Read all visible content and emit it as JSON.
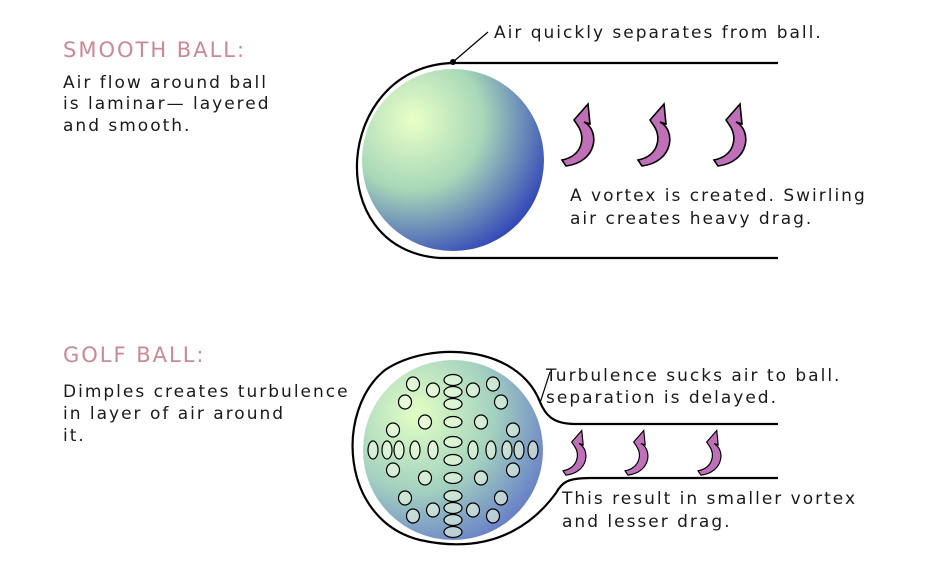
{
  "colors": {
    "title": "#c98a94",
    "text": "#1a1a1a",
    "vortex": "#c070b8",
    "ball_light": "#eaffc8",
    "ball_dark": "#2838b8"
  },
  "smooth": {
    "title": "SMOOTH BALL:",
    "desc": [
      "Air flow around ball",
      "is laminar— layered",
      "and smooth."
    ],
    "separation_label": "Air quickly separates from ball.",
    "vortex_label": [
      "A vortex is created. Swirling",
      "air creates heavy drag."
    ]
  },
  "golf": {
    "title": "GOLF BALL:",
    "desc": [
      "Dimples creates turbulence",
      "in layer of air around",
      "it."
    ],
    "turbulence_label": [
      "Turbulence sucks air to ball.",
      "separation is delayed."
    ],
    "vortex_label": [
      "This result in smaller vortex",
      "and lesser drag."
    ]
  },
  "icons": {
    "vortex": "curved-arrow-icon",
    "dimple": "dimple-ellipse"
  }
}
